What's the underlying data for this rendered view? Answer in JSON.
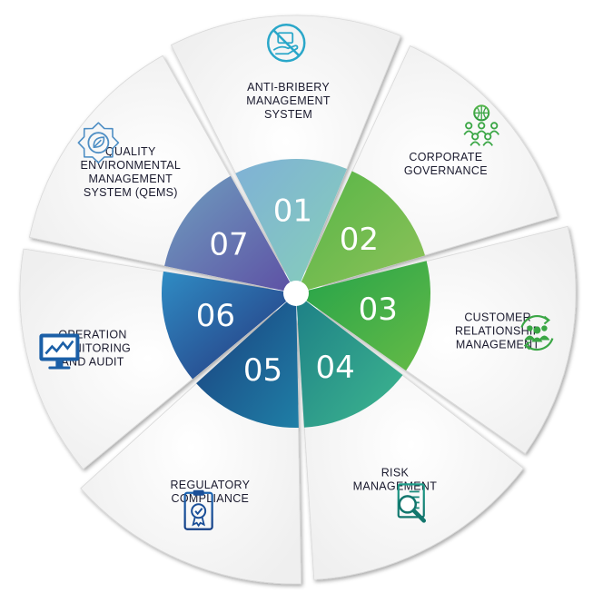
{
  "segments": [
    {
      "number": "01",
      "lines": [
        "ANTI-BRIBERY",
        "MANAGEMENT",
        "SYSTEM"
      ],
      "icon": "anti-bribery-icon",
      "color": "#7fc3c9"
    },
    {
      "number": "02",
      "lines": [
        "CORPORATE",
        "GOVERNANCE"
      ],
      "icon": "corporate-governance-icon",
      "color": "#6fb94c"
    },
    {
      "number": "03",
      "lines": [
        "CUSTOMER",
        "RELATIONSHIP",
        "MANAGEMENT"
      ],
      "icon": "customer-relationship-icon",
      "color": "#3aaa45"
    },
    {
      "number": "04",
      "lines": [
        "RISK",
        "MANAGEMENT"
      ],
      "icon": "risk-management-icon",
      "color": "#2a9b88"
    },
    {
      "number": "05",
      "lines": [
        "REGULATORY",
        "COMPLIANCE"
      ],
      "icon": "regulatory-compliance-icon",
      "color": "#1b5f96"
    },
    {
      "number": "06",
      "lines": [
        "OPERATION",
        "MONITORING",
        "AND AUDIT"
      ],
      "icon": "operation-monitoring-icon",
      "color": "#1d6fb0"
    },
    {
      "number": "07",
      "lines": [
        "QUALITY",
        "ENVIRONMENTAL",
        "MANAGEMENT",
        "SYSTEM (QEMS)"
      ],
      "icon": "quality-environmental-icon",
      "color": "#5c89b8"
    }
  ]
}
